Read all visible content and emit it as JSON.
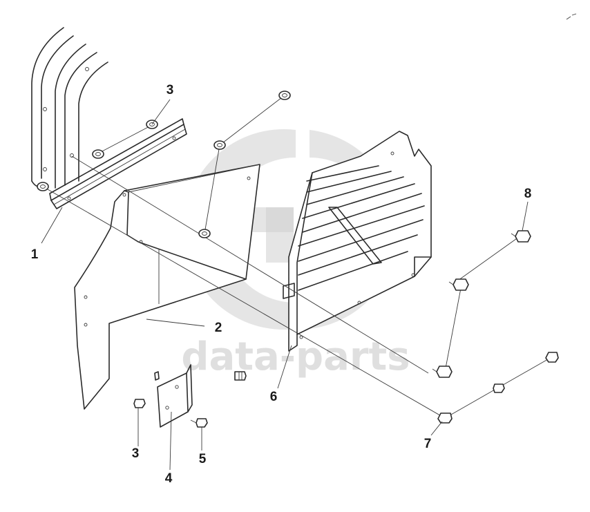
{
  "watermark": {
    "brand": "data-parts",
    "color": "#cccccc"
  },
  "callouts": {
    "c1": "1",
    "c2": "2",
    "c3a": "3",
    "c3b": "3",
    "c4": "4",
    "c5": "5",
    "c6": "6",
    "c7": "7",
    "c8": "8"
  }
}
